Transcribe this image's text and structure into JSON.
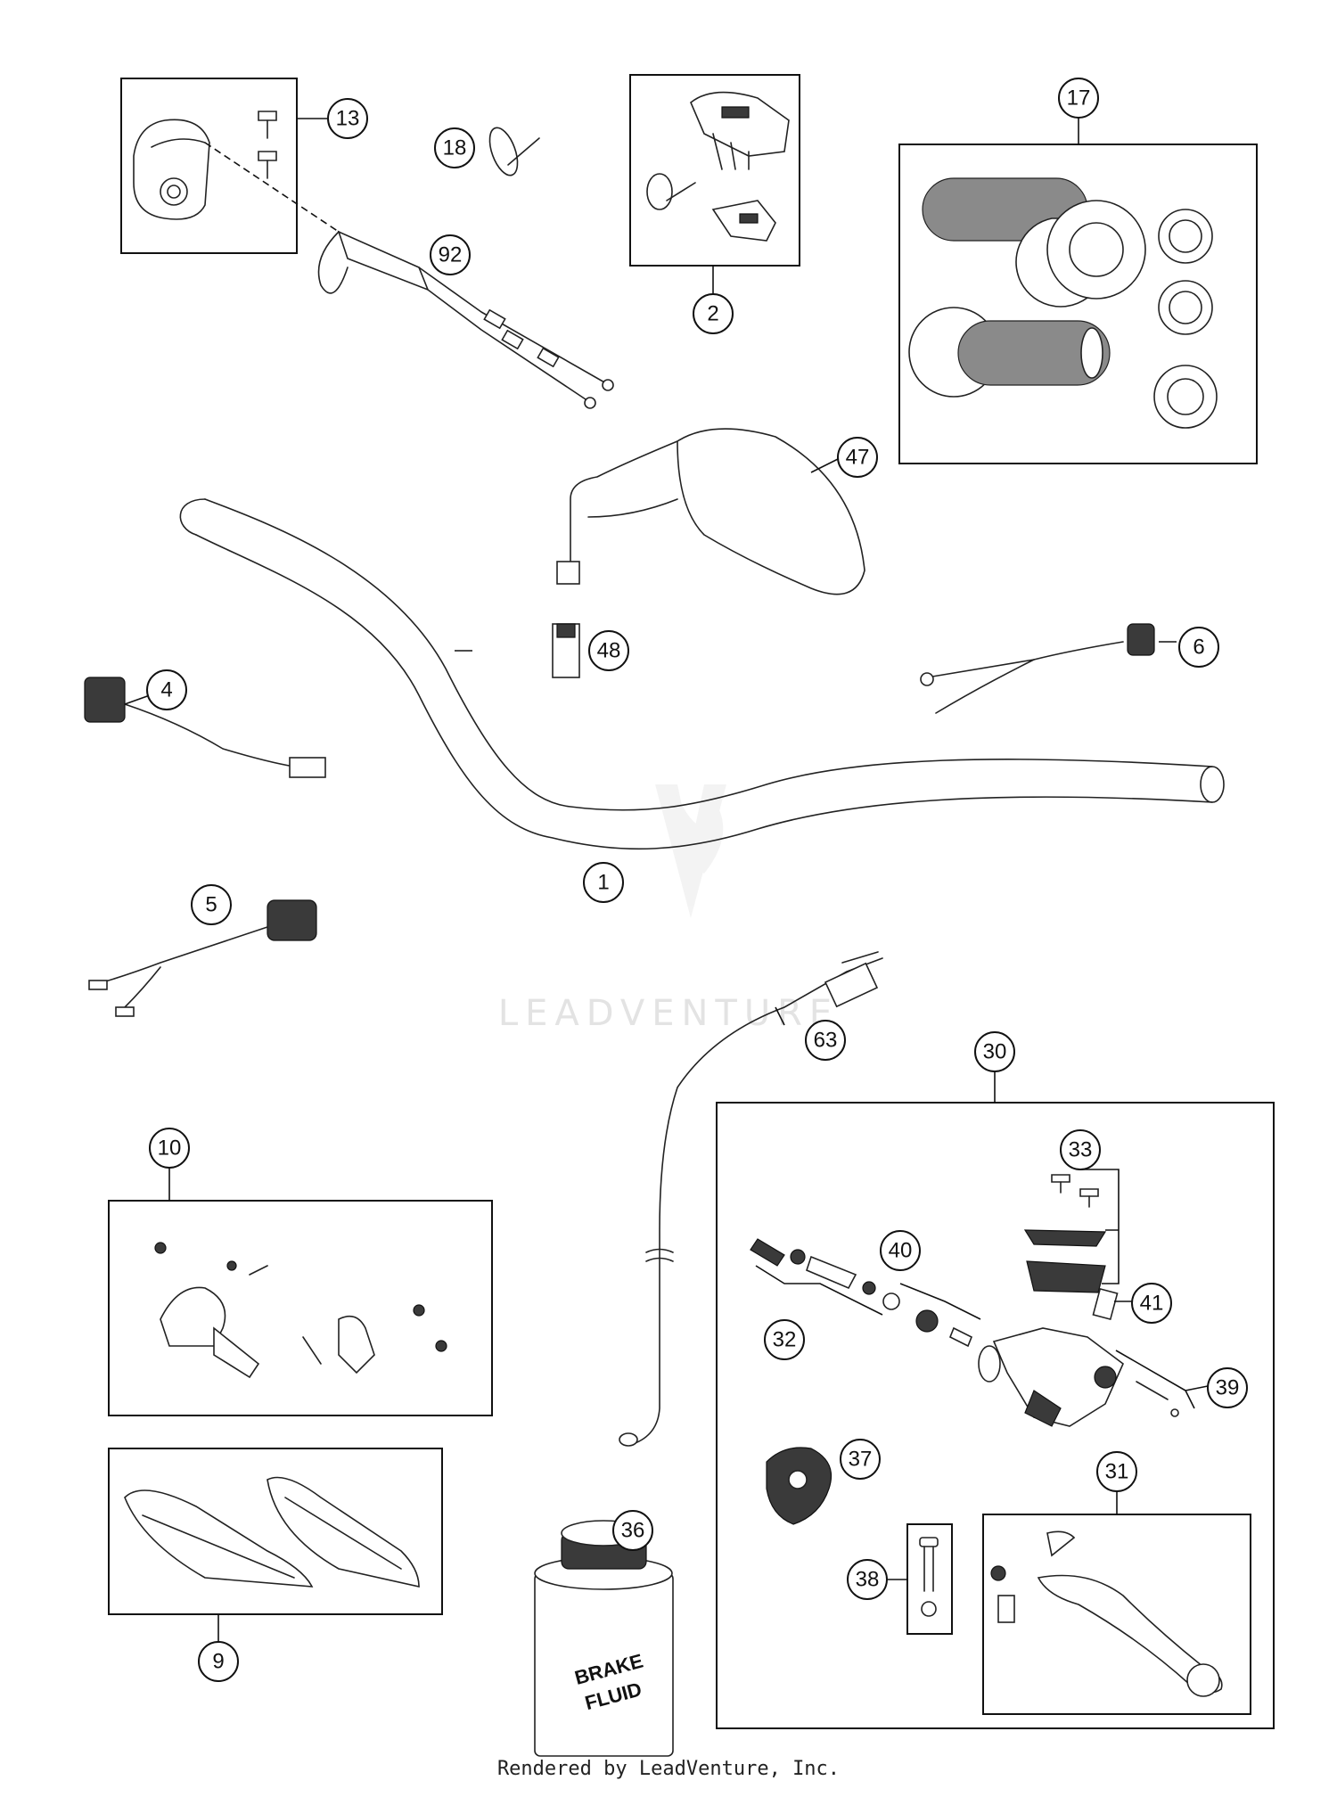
{
  "watermark": "LEADVENTURE",
  "footer": "Rendered by LeadVenture, Inc.",
  "can_label": {
    "line1": "BRAKE",
    "line2": "FLUID"
  },
  "callouts": {
    "c1": "1",
    "c2": "2",
    "c4": "4",
    "c5": "5",
    "c6": "6",
    "c9": "9",
    "c10": "10",
    "c13": "13",
    "c17": "17",
    "c18": "18",
    "c30": "30",
    "c31": "31",
    "c32": "32",
    "c33": "33",
    "c36": "36",
    "c37": "37",
    "c38": "38",
    "c39": "39",
    "c40": "40",
    "c41": "41",
    "c47": "47",
    "c48": "48",
    "c63": "63",
    "c92": "92"
  }
}
